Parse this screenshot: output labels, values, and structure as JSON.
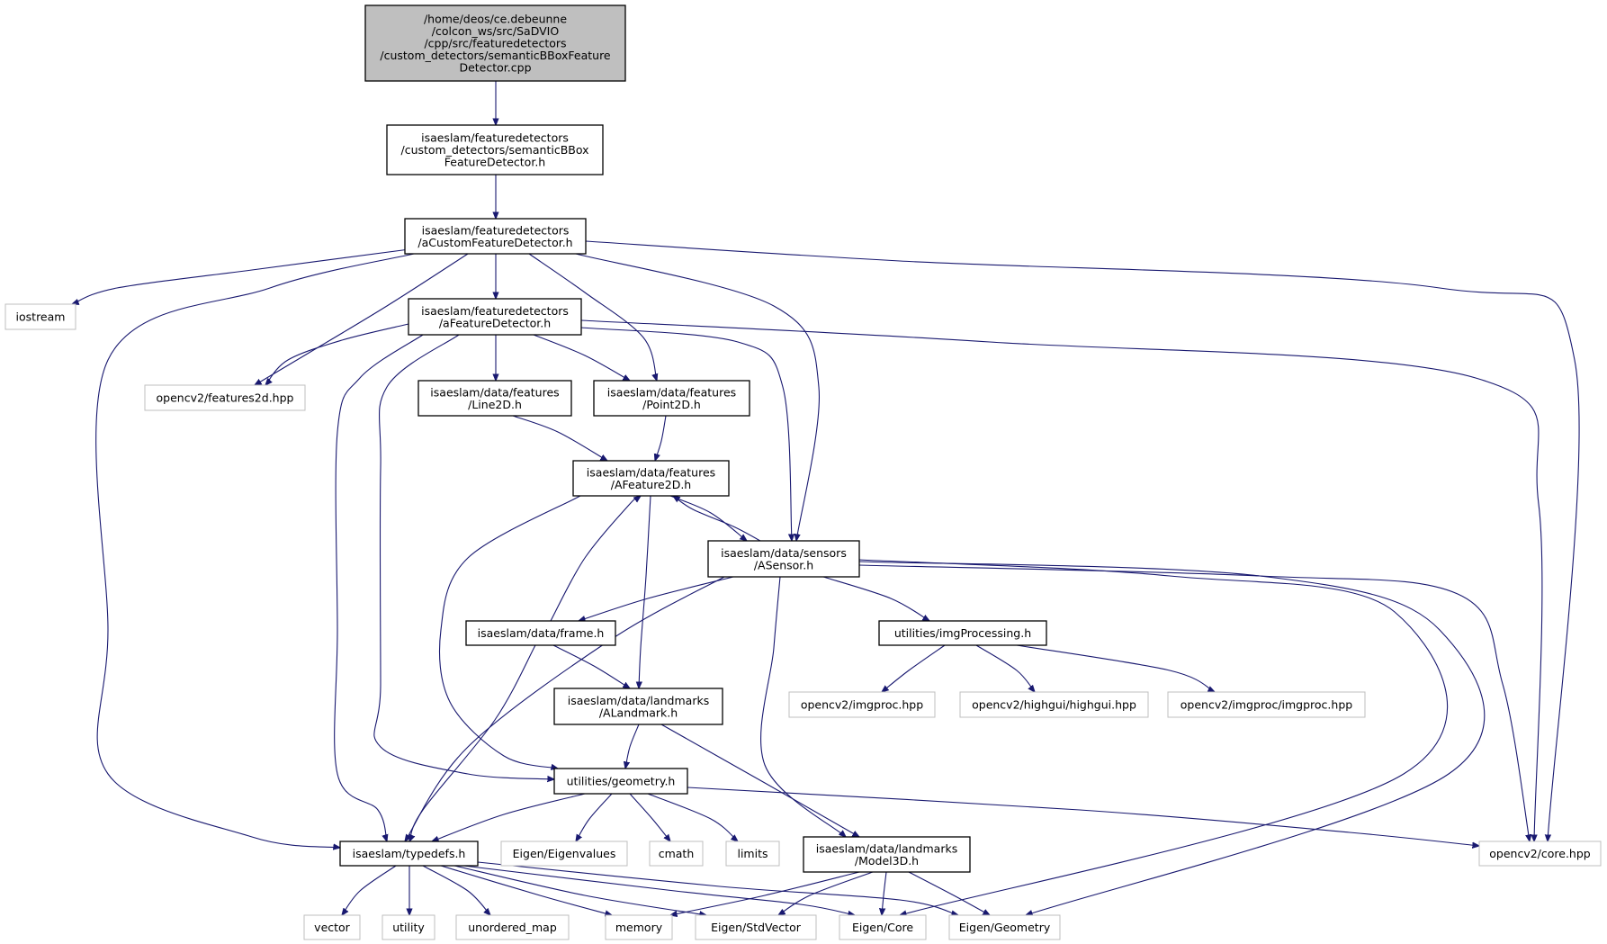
{
  "colors": {
    "edge": "#191970",
    "root_fill": "#bfbfbf",
    "internal_border": "#000000",
    "external_border": "#bfbfbf"
  },
  "nodes": [
    {
      "id": "root",
      "kind": "root",
      "lines": [
        "/home/deos/ce.debeunne",
        "/colcon_ws/src/SaDVIO",
        "/cpp/src/featuredetectors",
        "/custom_detectors/semanticBBoxFeature",
        "Detector.cpp"
      ]
    },
    {
      "id": "semanticBBox_h",
      "kind": "internal",
      "lines": [
        "isaeslam/featuredetectors",
        "/custom_detectors/semanticBBox",
        "FeatureDetector.h"
      ]
    },
    {
      "id": "aCustom_h",
      "kind": "internal",
      "lines": [
        "isaeslam/featuredetectors",
        "/aCustomFeatureDetector.h"
      ]
    },
    {
      "id": "iostream",
      "kind": "external",
      "lines": [
        "iostream"
      ]
    },
    {
      "id": "aFeatureDetector_h",
      "kind": "internal",
      "lines": [
        "isaeslam/featuredetectors",
        "/aFeatureDetector.h"
      ]
    },
    {
      "id": "features2d",
      "kind": "external",
      "lines": [
        "opencv2/features2d.hpp"
      ]
    },
    {
      "id": "line2d_h",
      "kind": "internal",
      "lines": [
        "isaeslam/data/features",
        "/Line2D.h"
      ]
    },
    {
      "id": "point2d_h",
      "kind": "internal",
      "lines": [
        "isaeslam/data/features",
        "/Point2D.h"
      ]
    },
    {
      "id": "afeature2d_h",
      "kind": "internal",
      "lines": [
        "isaeslam/data/features",
        "/AFeature2D.h"
      ]
    },
    {
      "id": "asensor_h",
      "kind": "internal",
      "lines": [
        "isaeslam/data/sensors",
        "/ASensor.h"
      ]
    },
    {
      "id": "frame_h",
      "kind": "internal",
      "lines": [
        "isaeslam/data/frame.h"
      ]
    },
    {
      "id": "imgProcessing_h",
      "kind": "internal",
      "lines": [
        "utilities/imgProcessing.h"
      ]
    },
    {
      "id": "imgproc_hpp",
      "kind": "external",
      "lines": [
        "opencv2/imgproc.hpp"
      ]
    },
    {
      "id": "highgui_hpp",
      "kind": "external",
      "lines": [
        "opencv2/highgui/highgui.hpp"
      ]
    },
    {
      "id": "imgproc_imgproc_hpp",
      "kind": "external",
      "lines": [
        "opencv2/imgproc/imgproc.hpp"
      ]
    },
    {
      "id": "alandmark_h",
      "kind": "internal",
      "lines": [
        "isaeslam/data/landmarks",
        "/ALandmark.h"
      ]
    },
    {
      "id": "geometry_h",
      "kind": "internal",
      "lines": [
        "utilities/geometry.h"
      ]
    },
    {
      "id": "typedefs_h",
      "kind": "internal",
      "lines": [
        "isaeslam/typedefs.h"
      ]
    },
    {
      "id": "eigenvalues",
      "kind": "external",
      "lines": [
        "Eigen/Eigenvalues"
      ]
    },
    {
      "id": "cmath",
      "kind": "external",
      "lines": [
        "cmath"
      ]
    },
    {
      "id": "limits",
      "kind": "external",
      "lines": [
        "limits"
      ]
    },
    {
      "id": "model3d_h",
      "kind": "internal",
      "lines": [
        "isaeslam/data/landmarks",
        "/Model3D.h"
      ]
    },
    {
      "id": "core_hpp",
      "kind": "external",
      "lines": [
        "opencv2/core.hpp"
      ]
    },
    {
      "id": "vector",
      "kind": "external",
      "lines": [
        "vector"
      ]
    },
    {
      "id": "utility",
      "kind": "external",
      "lines": [
        "utility"
      ]
    },
    {
      "id": "unordered_map",
      "kind": "external",
      "lines": [
        "unordered_map"
      ]
    },
    {
      "id": "memory",
      "kind": "external",
      "lines": [
        "memory"
      ]
    },
    {
      "id": "eigen_stdvector",
      "kind": "external",
      "lines": [
        "Eigen/StdVector"
      ]
    },
    {
      "id": "eigen_core",
      "kind": "external",
      "lines": [
        "Eigen/Core"
      ]
    },
    {
      "id": "eigen_geometry",
      "kind": "external",
      "lines": [
        "Eigen/Geometry"
      ]
    }
  ],
  "edges": [
    {
      "from": "root",
      "to": "semanticBBox_h"
    },
    {
      "from": "semanticBBox_h",
      "to": "aCustom_h"
    },
    {
      "from": "aCustom_h",
      "to": "iostream"
    },
    {
      "from": "aCustom_h",
      "to": "aFeatureDetector_h"
    },
    {
      "from": "aCustom_h",
      "to": "features2d"
    },
    {
      "from": "aCustom_h",
      "to": "point2d_h"
    },
    {
      "from": "aCustom_h",
      "to": "asensor_h"
    },
    {
      "from": "aCustom_h",
      "to": "typedefs_h"
    },
    {
      "from": "aCustom_h",
      "to": "core_hpp"
    },
    {
      "from": "aFeatureDetector_h",
      "to": "features2d"
    },
    {
      "from": "aFeatureDetector_h",
      "to": "line2d_h"
    },
    {
      "from": "aFeatureDetector_h",
      "to": "point2d_h"
    },
    {
      "from": "aFeatureDetector_h",
      "to": "asensor_h"
    },
    {
      "from": "aFeatureDetector_h",
      "to": "typedefs_h"
    },
    {
      "from": "aFeatureDetector_h",
      "to": "geometry_h"
    },
    {
      "from": "aFeatureDetector_h",
      "to": "core_hpp"
    },
    {
      "from": "line2d_h",
      "to": "afeature2d_h"
    },
    {
      "from": "point2d_h",
      "to": "afeature2d_h"
    },
    {
      "from": "afeature2d_h",
      "to": "asensor_h"
    },
    {
      "from": "afeature2d_h",
      "to": "alandmark_h"
    },
    {
      "from": "afeature2d_h",
      "to": "geometry_h"
    },
    {
      "from": "asensor_h",
      "to": "afeature2d_h"
    },
    {
      "from": "asensor_h",
      "to": "frame_h"
    },
    {
      "from": "asensor_h",
      "to": "imgProcessing_h"
    },
    {
      "from": "asensor_h",
      "to": "typedefs_h"
    },
    {
      "from": "asensor_h",
      "to": "model3d_h"
    },
    {
      "from": "asensor_h",
      "to": "core_hpp"
    },
    {
      "from": "asensor_h",
      "to": "eigen_core"
    },
    {
      "from": "asensor_h",
      "to": "eigen_geometry"
    },
    {
      "from": "frame_h",
      "to": "afeature2d_h"
    },
    {
      "from": "frame_h",
      "to": "alandmark_h"
    },
    {
      "from": "frame_h",
      "to": "typedefs_h"
    },
    {
      "from": "imgProcessing_h",
      "to": "imgproc_hpp"
    },
    {
      "from": "imgProcessing_h",
      "to": "highgui_hpp"
    },
    {
      "from": "imgProcessing_h",
      "to": "imgproc_imgproc_hpp"
    },
    {
      "from": "alandmark_h",
      "to": "geometry_h"
    },
    {
      "from": "alandmark_h",
      "to": "model3d_h"
    },
    {
      "from": "geometry_h",
      "to": "typedefs_h"
    },
    {
      "from": "geometry_h",
      "to": "eigenvalues"
    },
    {
      "from": "geometry_h",
      "to": "cmath"
    },
    {
      "from": "geometry_h",
      "to": "limits"
    },
    {
      "from": "geometry_h",
      "to": "core_hpp"
    },
    {
      "from": "typedefs_h",
      "to": "vector"
    },
    {
      "from": "typedefs_h",
      "to": "utility"
    },
    {
      "from": "typedefs_h",
      "to": "unordered_map"
    },
    {
      "from": "typedefs_h",
      "to": "memory"
    },
    {
      "from": "typedefs_h",
      "to": "eigen_stdvector"
    },
    {
      "from": "typedefs_h",
      "to": "eigen_core"
    },
    {
      "from": "typedefs_h",
      "to": "eigen_geometry"
    },
    {
      "from": "model3d_h",
      "to": "memory"
    },
    {
      "from": "model3d_h",
      "to": "eigen_stdvector"
    },
    {
      "from": "model3d_h",
      "to": "eigen_core"
    },
    {
      "from": "model3d_h",
      "to": "eigen_geometry"
    }
  ]
}
